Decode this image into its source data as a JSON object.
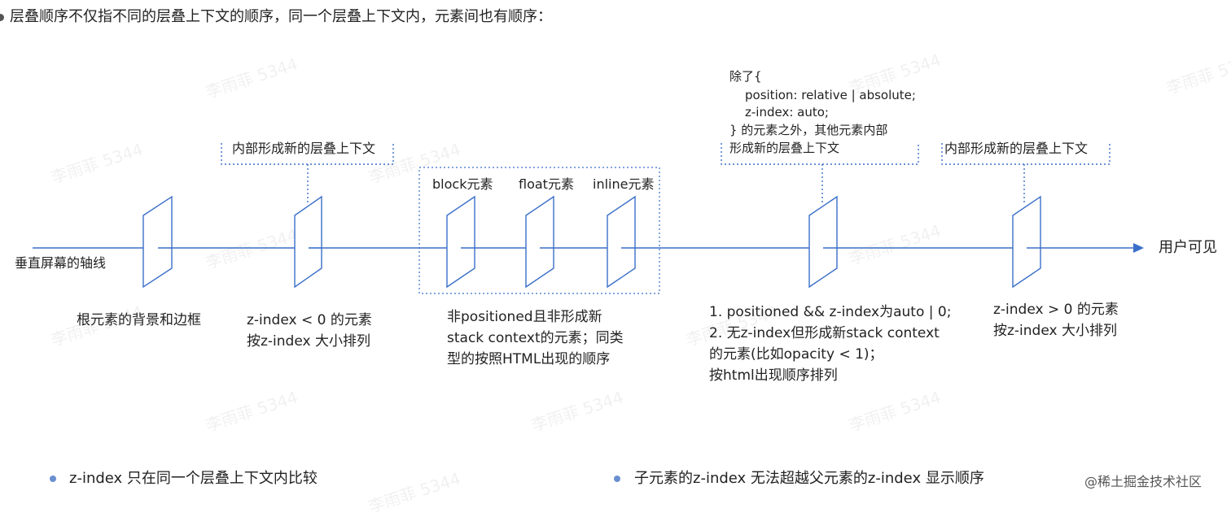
{
  "heading": "层叠顺序不仅指不同的层叠上下文的顺序，同一个层叠上下文内，元素间也有顺序：",
  "axis_label": "垂直屏幕的轴线",
  "end_label": "用户可见",
  "top_notes": {
    "inner_context_1": "内部形成新的层叠上下文",
    "inner_context_2": "内部形成新的层叠上下文",
    "except_block": {
      "line1": "除了{",
      "line2": "position: relative | absolute;",
      "line3": "z-index: auto;",
      "line4": "} 的元素之外，其他元素内部",
      "line5": "形成新的层叠上下文"
    }
  },
  "box_labels": {
    "block": "block元素",
    "float": "float元素",
    "inline": "inline元素"
  },
  "bottom_labels": {
    "root": "根元素的背景和边框",
    "neg_z_line1": "z-index < 0 的元素",
    "neg_z_line2": "按z-index 大小排列",
    "nonpos_line1": "非positioned且非形成新",
    "nonpos_line2": "stack context的元素；同类",
    "nonpos_line3": "型的按照HTML出现的顺序",
    "zero_line1": "1. positioned && z-index为auto | 0;",
    "zero_line2": "2. 无z-index但形成新stack context",
    "zero_line3": "的元素(比如opacity < 1)；",
    "zero_line4": "按html出现顺序排列",
    "pos_z_line1": "z-index > 0 的元素",
    "pos_z_line2": "按z-index 大小排列"
  },
  "bullets": [
    "z-index  只在同一个层叠上下文内比较",
    "子元素的z-index 无法超越父元素的z-index 显示顺序"
  ],
  "credit": "@稀土掘金技术社区",
  "watermark": "李雨菲 5344",
  "colors": {
    "line": "#3a6fc9",
    "bullet": "#6a8fd0",
    "dotted": "#3a6fc9"
  }
}
